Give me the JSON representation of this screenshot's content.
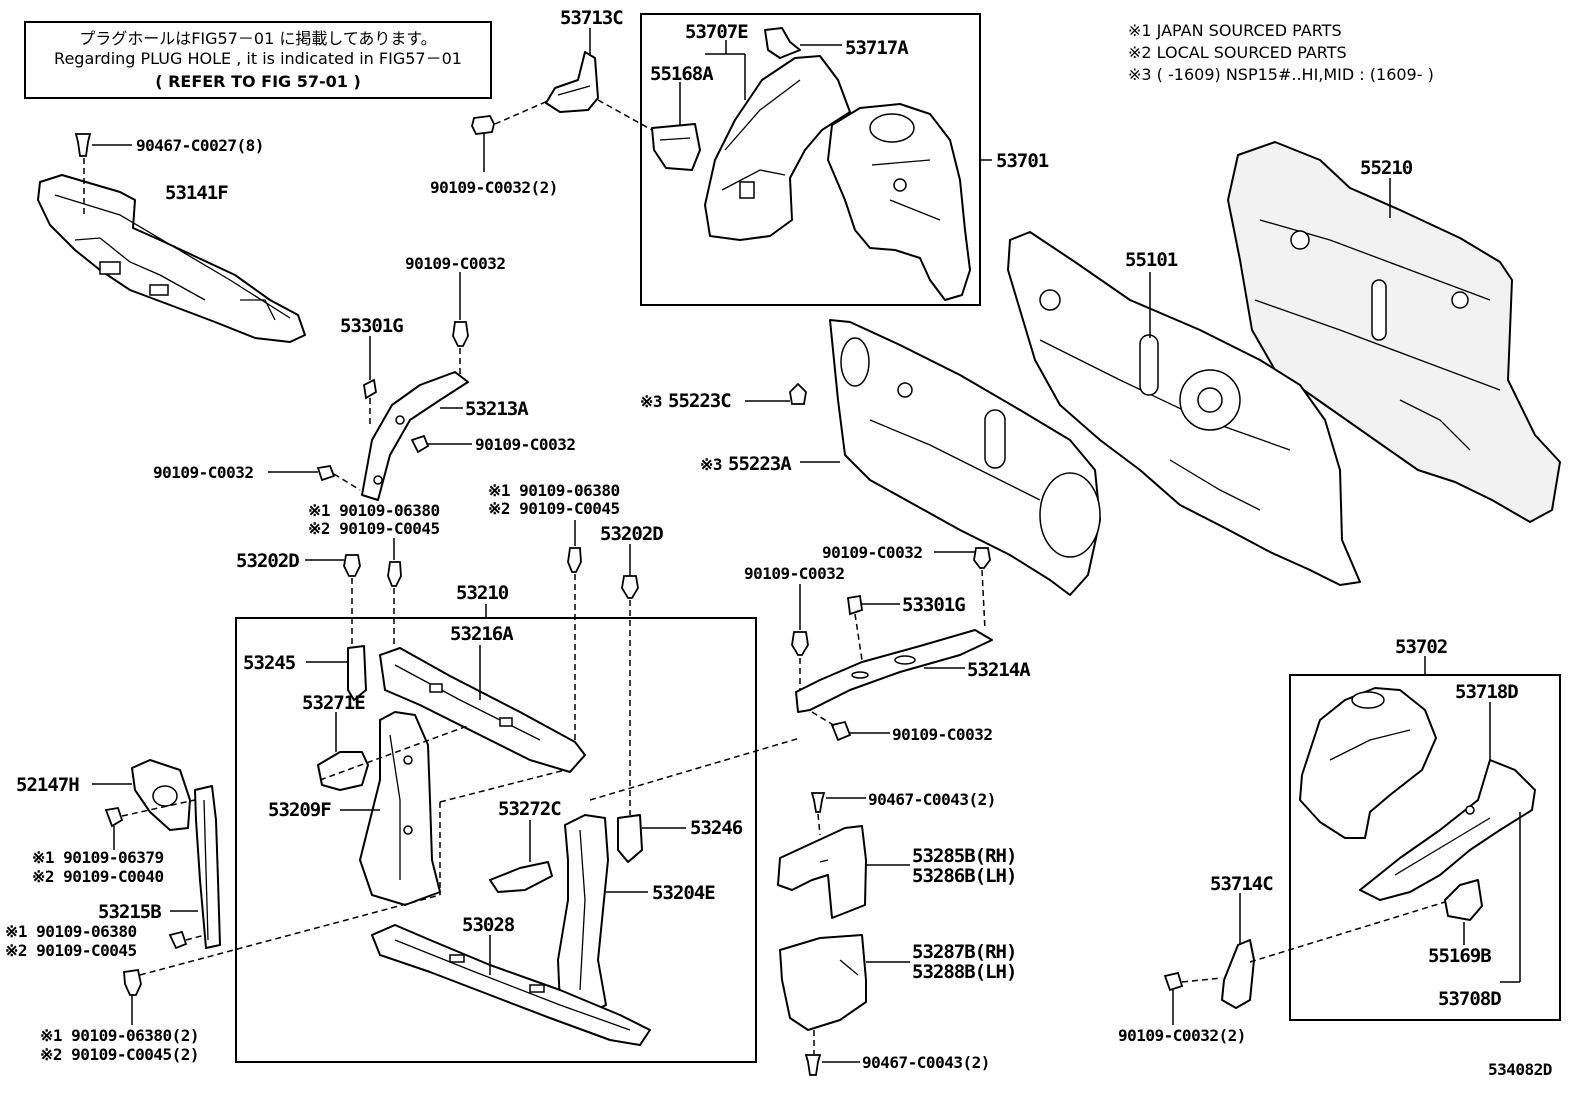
{
  "note_box": {
    "line1": "プラグホールはFIG57－01 に掲載してあります。",
    "line2": "Regarding  PLUG HOLE , it is indicated in FIG57－01",
    "line3": "(    REFER TO FIG 57-01  )"
  },
  "legend": {
    "line1": "※1 JAPAN SOURCED PARTS",
    "line2": "※2 LOCAL SOURCED PARTS",
    "line3": "※3 (        -1609) NSP15#..HI,MID : (1609-        )"
  },
  "figure_code": "534082D",
  "labels": {
    "p53713C": "53713C",
    "p53707E": "53707E",
    "p53717A": "53717A",
    "p55168A": "55168A",
    "p53701": "53701",
    "p90467_c0027": "90467-C0027(8)",
    "p53141F": "53141F",
    "p90109_c0032_2_top": "90109-C0032(2)",
    "p55210": "55210",
    "p55101": "55101",
    "p90109_c0032_a": "90109-C0032",
    "p53301G_a": "53301G",
    "p53213A": "53213A",
    "p90109_c0032_b": "90109-C0032",
    "p90109_c0032_c": "90109-C0032",
    "p55223C": "55223C",
    "p55223A": "55223A",
    "mark3": "※3",
    "l1_06380_a": "※1 90109-06380",
    "l2_c0045_a": "※2 90109-C0045",
    "l1_06380_b": "※1 90109-06380",
    "l2_c0045_b": "※2 90109-C0045",
    "p53202D_a": "53202D",
    "p53202D_b": "53202D",
    "p53210": "53210",
    "p53216A": "53216A",
    "p90109_c0032_d": "90109-C0032",
    "p90109_c0032_e": "90109-C0032",
    "p53301G_b": "53301G",
    "p53214A": "53214A",
    "p53245": "53245",
    "p53271E": "53271E",
    "p53702": "53702",
    "p53718D": "53718D",
    "p90109_c0032_f": "90109-C0032",
    "p52147H": "52147H",
    "p53209F": "53209F",
    "p53272C": "53272C",
    "p53246": "53246",
    "p90467_c0043_a": "90467-C0043(2)",
    "p53285B": "53285B(RH)",
    "p53286B": "53286B(LH)",
    "l1_06379": "※1 90109-06379",
    "l2_c0040": "※2 90109-C0040",
    "p53204E": "53204E",
    "p53714C": "53714C",
    "p53215B": "53215B",
    "l1_06380_c": "※1 90109-06380",
    "l2_c0045_c": "※2 90109-C0045",
    "p53028": "53028",
    "p53287B": "53287B(RH)",
    "p53288B": "53288B(LH)",
    "p55169B": "55169B",
    "p53708D": "53708D",
    "l1_06380_d": "※1 90109-06380(2)",
    "l2_c0045_d": "※2 90109-C0045(2)",
    "p90109_c0032_2_bot": "90109-C0032(2)",
    "p90467_c0043_b": "90467-C0043(2)"
  }
}
